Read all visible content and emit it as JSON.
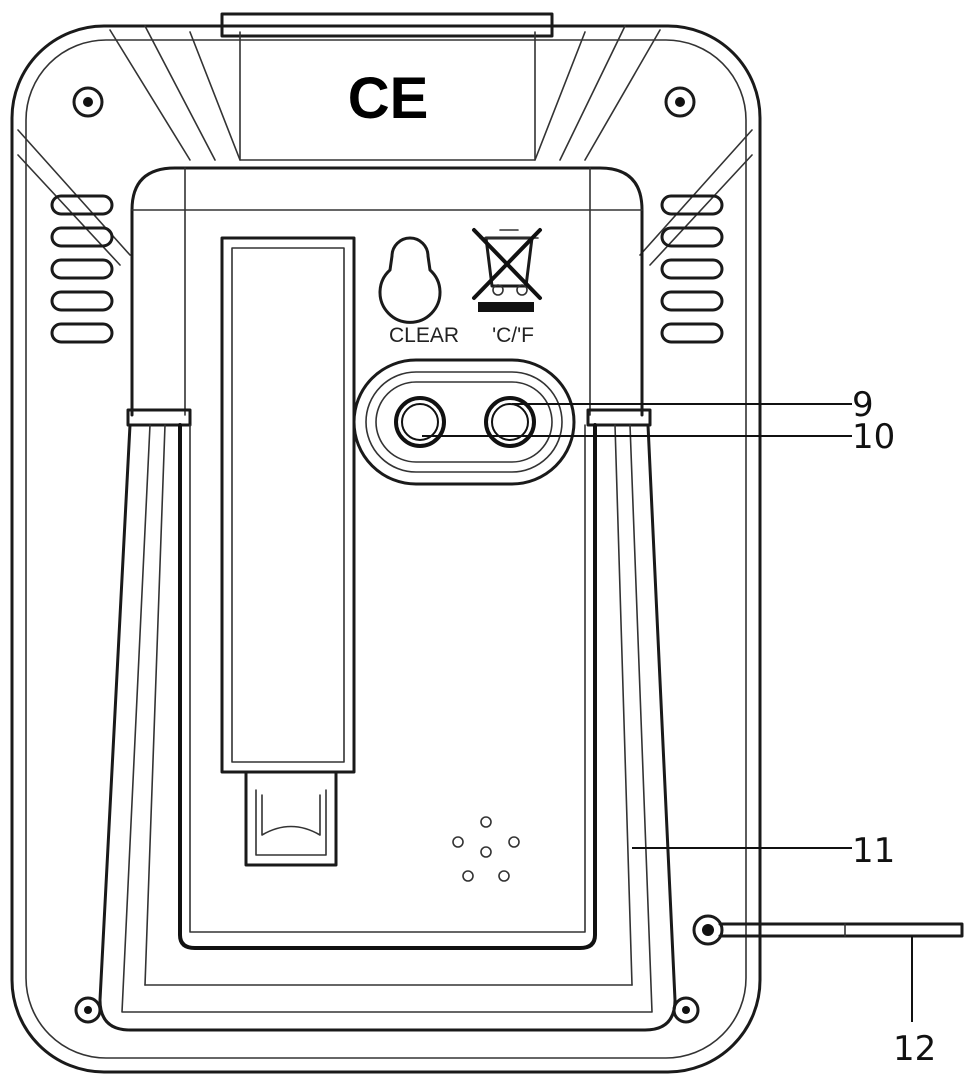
{
  "marks": {
    "ce": "CE"
  },
  "buttons": {
    "clear_label": "CLEAR",
    "unit_label": "'C/'F"
  },
  "callouts": [
    {
      "id": "9",
      "label": "9"
    },
    {
      "id": "10",
      "label": "10"
    },
    {
      "id": "11",
      "label": "11"
    },
    {
      "id": "12",
      "label": "12"
    }
  ],
  "icons": [
    "keyhole-hanger-icon",
    "weee-crossed-bin-icon",
    "screw-icon",
    "vent-slot-icon",
    "speaker-holes-icon"
  ],
  "colors": {
    "line": "#1a1a1a",
    "background": "#ffffff"
  }
}
